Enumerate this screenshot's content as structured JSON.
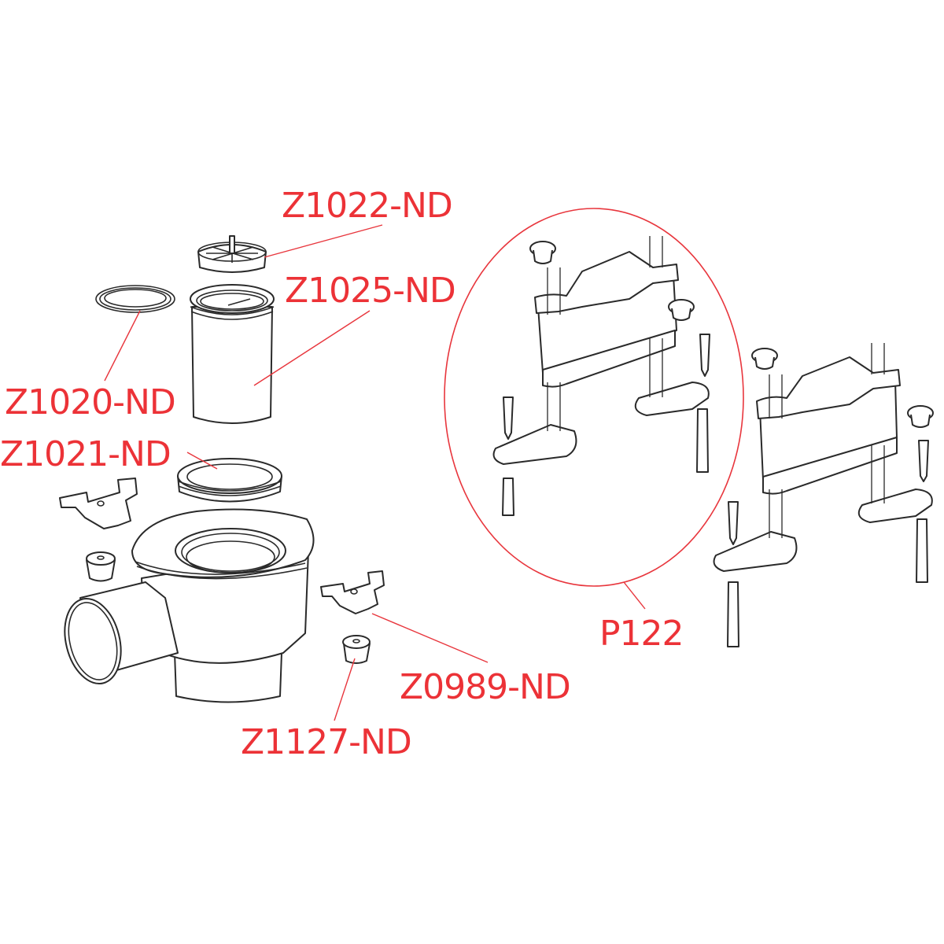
{
  "diagram": {
    "type": "exploded parts diagram",
    "accent_color": "#ec3237",
    "line_color": "#2a2a2a",
    "labels": [
      {
        "id": "z1022",
        "text": "Z1022-ND",
        "part": "strainer cap"
      },
      {
        "id": "z1025",
        "text": "Z1025-ND",
        "part": "extension sleeve tube"
      },
      {
        "id": "z1020",
        "text": "Z1020-ND",
        "part": "sealing ring"
      },
      {
        "id": "z1021",
        "text": "Z1021-ND",
        "part": "threaded ring"
      },
      {
        "id": "z0989",
        "text": "Z0989-ND",
        "part": "mounting clip"
      },
      {
        "id": "z1127",
        "text": "Z1127-ND",
        "part": "nut insert"
      },
      {
        "id": "p122",
        "text": "P122",
        "part": "height-adjustable support leg set"
      }
    ]
  }
}
